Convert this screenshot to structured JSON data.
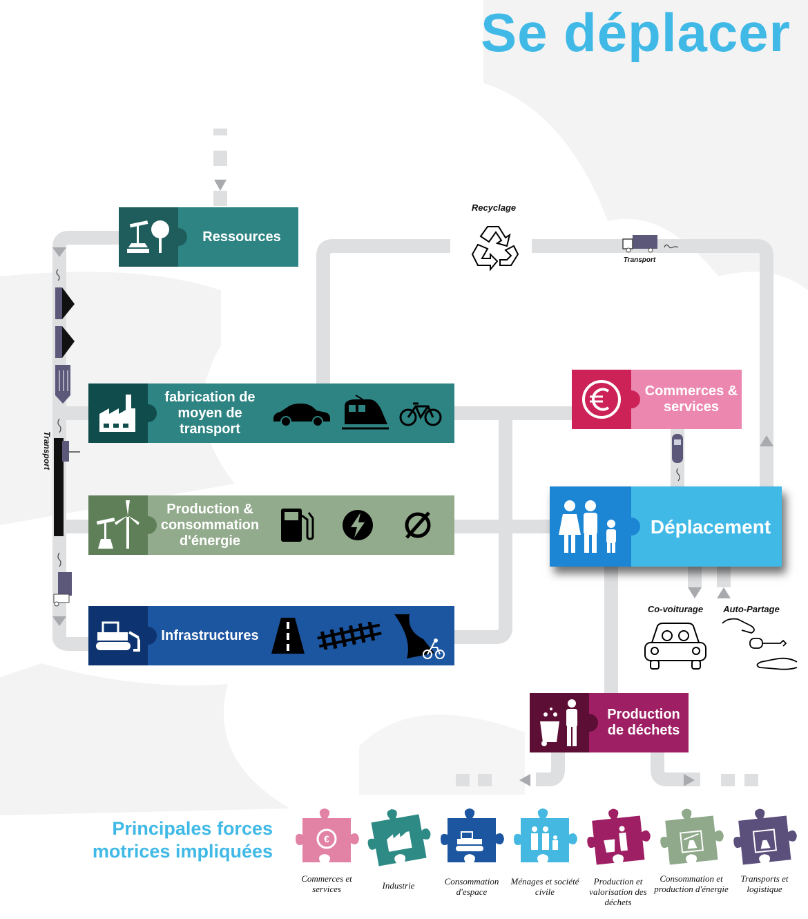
{
  "title": "Se déplacer",
  "nodes": {
    "ressources": "Ressources",
    "fabrication": "fabrication de moyen de transport",
    "production_energie": "Production & consommation d'énergie",
    "infrastructures": "Infrastructures",
    "commerces": "Commerces & services",
    "deplacement": "Déplacement",
    "dechets": "Production de déchets"
  },
  "flow_labels": {
    "recyclage": "Recyclage",
    "transport_top": "Transport",
    "transport_left": "Transport",
    "covoiturage": "Co-voiturage",
    "autopartage": "Auto-Partage"
  },
  "legend": {
    "title": "Principales forces motrices impliquées",
    "items": [
      {
        "label": "Commerces et services",
        "color": "#e283a6",
        "icon": "euro-icon"
      },
      {
        "label": "Industrie",
        "color": "#2e8a85",
        "icon": "factory-icon"
      },
      {
        "label": "Consommation d'espace",
        "color": "#1c55a0",
        "icon": "bulldozer-icon"
      },
      {
        "label": "Ménages et société civile",
        "color": "#45b8e2",
        "icon": "family-icon"
      },
      {
        "label": "Production et valorisation des déchets",
        "color": "#9e1f63",
        "icon": "waste-icon"
      },
      {
        "label": "Consommation et production d'énergie",
        "color": "#8fa98a",
        "icon": "energy-icon"
      },
      {
        "label": "Transports et logistique",
        "color": "#5b4f7c",
        "icon": "truck-icon"
      }
    ]
  },
  "colors": {
    "title": "#40b9e6",
    "ressources": "#2e8483",
    "fabrication": "#2e8483",
    "energie": "#93ab8d",
    "infrastructures": "#1c55a0",
    "commerces": "#e283ad",
    "deplacement": "#40b9e6",
    "dechets": "#9e1f63",
    "path": "#dedfe1"
  }
}
